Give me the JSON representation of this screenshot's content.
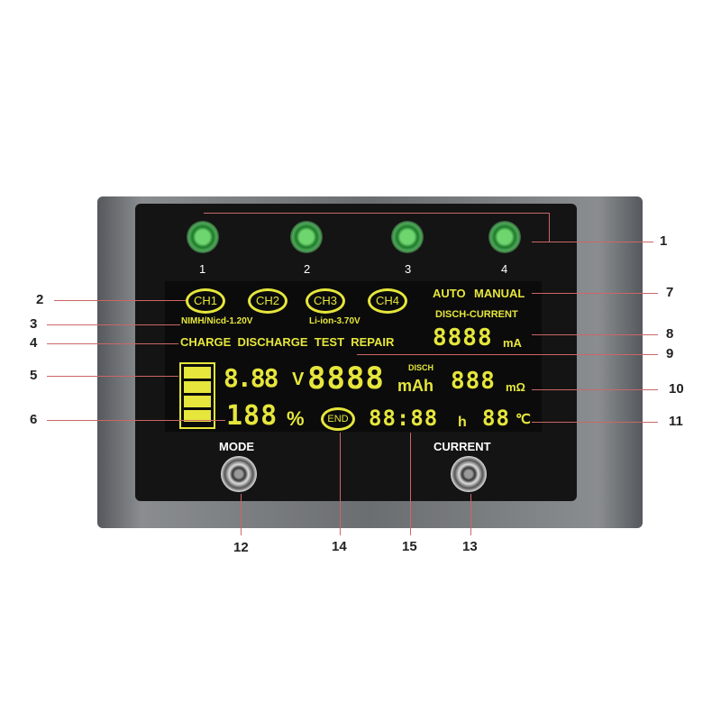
{
  "leds": [
    "1",
    "2",
    "3",
    "4"
  ],
  "lcd": {
    "channels": [
      "CH1",
      "CH2",
      "CH3",
      "CH4"
    ],
    "nimh": "NIMH/Nicd-1.20V",
    "liion": "Li-ion-3.70V",
    "modes": "CHARGE  DISCHARGE  TEST  REPAIR",
    "auto": "AUTO",
    "manual": "MANUAL",
    "disch_current": "DISCH-CURRENT",
    "current_val": "8888",
    "current_unit": "mA",
    "voltage": "8.88",
    "voltage_unit": "V",
    "capacity": "8888",
    "capacity_unit": "mAh",
    "disch": "DISCH",
    "resistance": "888",
    "resistance_unit": "mΩ",
    "percent": "188",
    "percent_unit": "%",
    "end": "END",
    "time": "88:88",
    "time_unit": "h",
    "temp": "88",
    "temp_unit": "℃"
  },
  "buttons": {
    "mode": "MODE",
    "current": "CURRENT"
  },
  "callouts": [
    "1",
    "2",
    "3",
    "4",
    "5",
    "6",
    "7",
    "8",
    "9",
    "10",
    "11",
    "12",
    "13",
    "14",
    "15"
  ]
}
